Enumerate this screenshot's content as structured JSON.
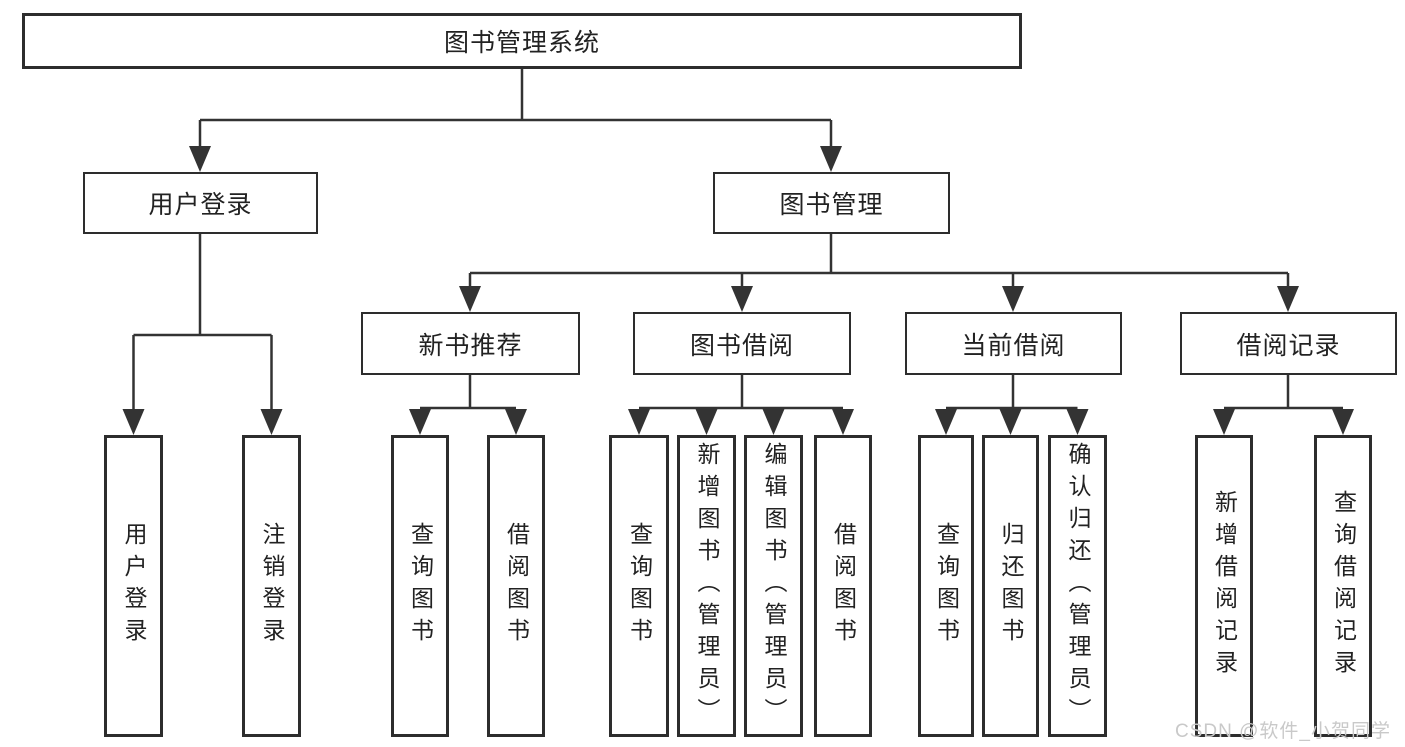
{
  "diagram": {
    "type": "hierarchy-tree",
    "title": "图书管理系统",
    "nodes": {
      "root": {
        "label": "图书管理系统"
      },
      "level2": {
        "user_login": {
          "label": "用户登录"
        },
        "book_management": {
          "label": "图书管理"
        }
      },
      "level3": {
        "new_book_recommend": {
          "label": "新书推荐"
        },
        "book_borrowing": {
          "label": "图书借阅"
        },
        "current_borrowing": {
          "label": "当前借阅"
        },
        "borrowing_records": {
          "label": "借阅记录"
        }
      },
      "leaves": {
        "under_user_login": [
          {
            "label": "用户登录"
          },
          {
            "label": "注销登录"
          }
        ],
        "under_new_book_recommend": [
          {
            "label": "查询图书"
          },
          {
            "label": "借阅图书"
          }
        ],
        "under_book_borrowing": [
          {
            "label": "查询图书"
          },
          {
            "label": "新增图书（管理员）"
          },
          {
            "label": "编辑图书（管理员）"
          },
          {
            "label": "借阅图书"
          }
        ],
        "under_current_borrowing": [
          {
            "label": "查询图书"
          },
          {
            "label": "归还图书"
          },
          {
            "label": "确认归还（管理员）"
          }
        ],
        "under_borrowing_records": [
          {
            "label": "新增借阅记录"
          },
          {
            "label": "查询借阅记录"
          }
        ]
      }
    },
    "hierarchy": {
      "图书管理系统": [
        "用户登录",
        "图书管理"
      ],
      "用户登录": [
        "用户登录",
        "注销登录"
      ],
      "图书管理": [
        "新书推荐",
        "图书借阅",
        "当前借阅",
        "借阅记录"
      ],
      "新书推荐": [
        "查询图书",
        "借阅图书"
      ],
      "图书借阅": [
        "查询图书",
        "新增图书（管理员）",
        "编辑图书（管理员）",
        "借阅图书"
      ],
      "当前借阅": [
        "查询图书",
        "归还图书",
        "确认归还（管理员）"
      ],
      "借阅记录": [
        "新增借阅记录",
        "查询借阅记录"
      ]
    },
    "colors": {
      "line": "#333333",
      "box_border": "#2d2d2d",
      "text": "#222222",
      "background": "#ffffff",
      "watermark": "#c9c9c9"
    }
  },
  "watermark": {
    "text": "CSDN @软件_小贺同学"
  }
}
